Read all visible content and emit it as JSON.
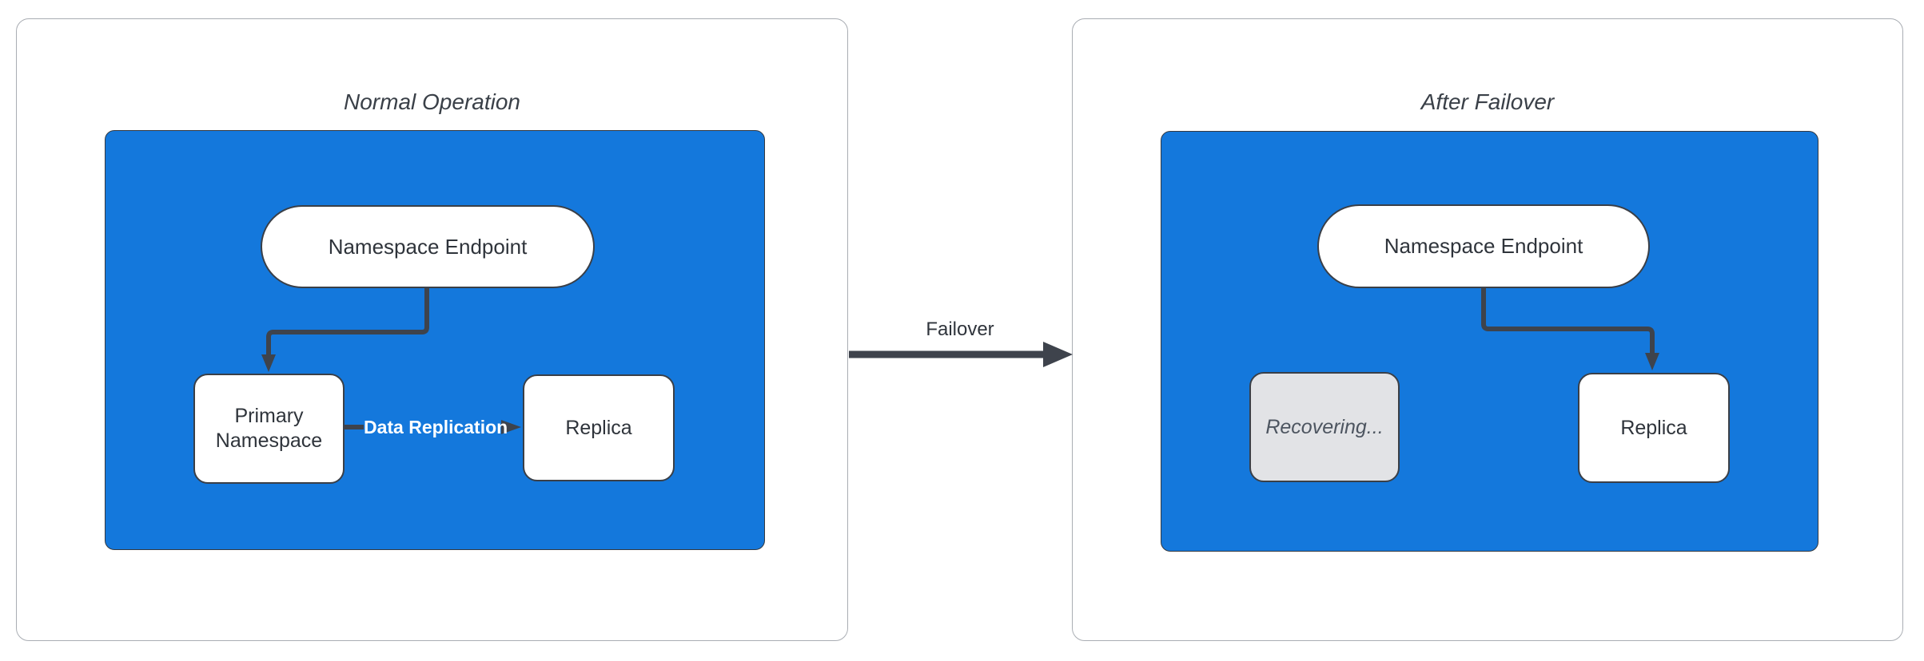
{
  "diagram": {
    "type": "failover-state-diagram",
    "panels": {
      "left": {
        "title": "Normal Operation",
        "nodes": {
          "endpoint": "Namespace Endpoint",
          "primary": "Primary Namespace",
          "replica": "Replica"
        },
        "edges": {
          "endpoint_to_primary": "",
          "replication_label": "Data Replication"
        }
      },
      "right": {
        "title": "After Failover",
        "nodes": {
          "endpoint": "Namespace Endpoint",
          "recovering": "Recovering...",
          "replica": "Replica"
        },
        "edges": {
          "endpoint_to_replica": ""
        }
      }
    },
    "transition": {
      "label": "Failover"
    },
    "colors": {
      "page_bg": "#ffffff",
      "panel_border": "#a9adb3",
      "cluster_blue": "#1478dc",
      "connector_dark": "#3e434c",
      "node_border": "#3a3f47",
      "node_bg": "#ffffff",
      "node_text": "#2f343b",
      "title_text": "#3a4048",
      "replication_label_text": "#ffffff",
      "recovering_bg": "#e2e3e6",
      "recovering_text": "#4d5560"
    }
  }
}
